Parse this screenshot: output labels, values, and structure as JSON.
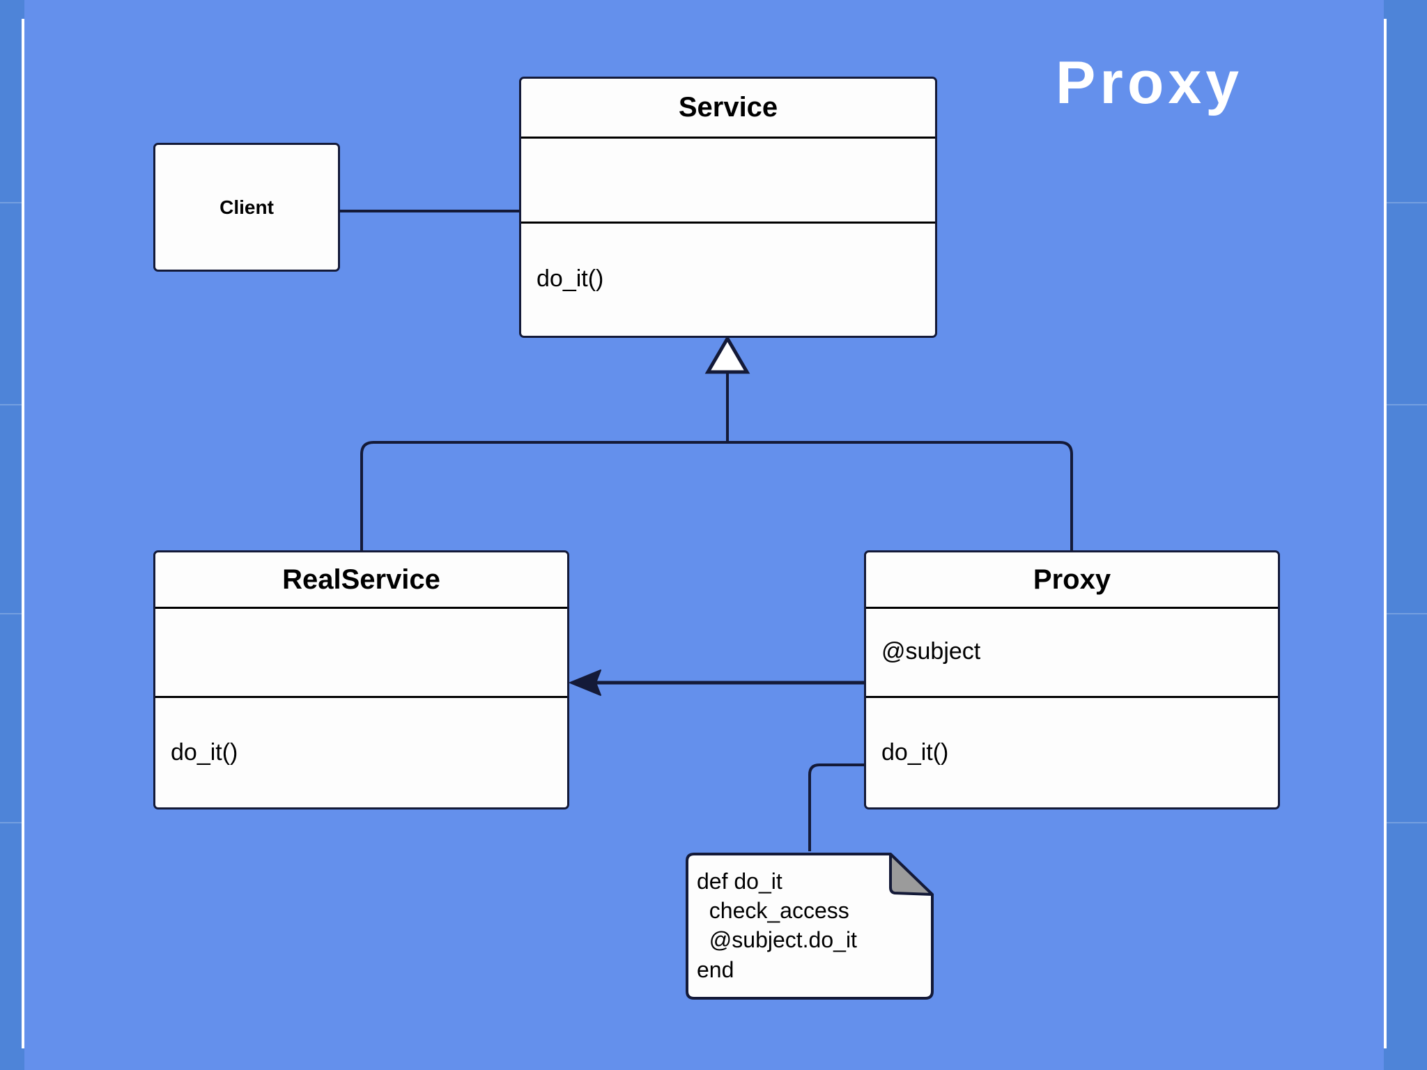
{
  "slide": {
    "title": "Proxy",
    "background_color": "#6490ec",
    "title_color": "#ffffff",
    "box_fill_color": "#fdfdfd",
    "box_border_color": "#141a38",
    "note_fold_color": "#999999"
  },
  "classes": {
    "client": {
      "name": "Client"
    },
    "service": {
      "name": "Service",
      "attributes": "",
      "methods": "do_it()"
    },
    "real_service": {
      "name": "RealService",
      "attributes": "",
      "methods": "do_it()"
    },
    "proxy": {
      "name": "Proxy",
      "attributes": "@subject",
      "methods": "do_it()"
    }
  },
  "note": {
    "lines": [
      "def do_it",
      "  check_access",
      "  @subject.do_it",
      "end"
    ],
    "text": "def do_it\n  check_access\n  @subject.do_it\nend"
  },
  "connectors": [
    {
      "name": "client-to-service",
      "type": "association",
      "from": "Client",
      "to": "Service",
      "arrow": "none"
    },
    {
      "name": "realservice-to-service",
      "type": "generalization",
      "from": "RealService",
      "to": "Service",
      "arrow": "hollow-triangle"
    },
    {
      "name": "proxy-to-service",
      "type": "generalization",
      "from": "Proxy",
      "to": "Service",
      "arrow": "hollow-triangle"
    },
    {
      "name": "proxy-to-realservice",
      "type": "association",
      "from": "Proxy",
      "to": "RealService",
      "arrow": "filled"
    },
    {
      "name": "proxy-to-note",
      "type": "note-anchor",
      "from": "Proxy",
      "to": "note",
      "arrow": "none"
    }
  ]
}
